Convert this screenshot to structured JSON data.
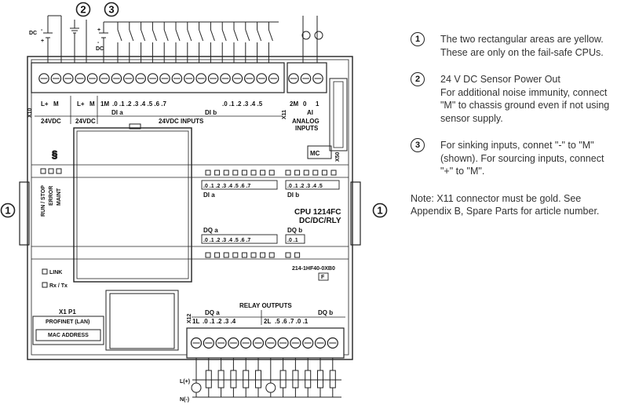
{
  "callouts": [
    "1",
    "2",
    "3"
  ],
  "left_terminals": {
    "dc_label": "DC",
    "minus": "-",
    "plus": "+"
  },
  "labels": {
    "x10": "X10",
    "l_plus": "L+",
    "m": "M",
    "vdc24_left": "24VDC",
    "vdc24_mid": "24VDC",
    "di_a": "DI a",
    "di_b": "DI b",
    "inputs_24vdc": "24VDC INPUTS",
    "x11": "X11",
    "analog_inputs_1": "ANALOG",
    "analog_inputs_2": "INPUTS",
    "ai": "AI",
    "two_m": "2M",
    "ai_0": "0",
    "ai_1": "1",
    "input_numbers_a": ".0  .1  .2  .3  .4  .5  .6  .7",
    "input_numbers_b": ".0  .1  .2  .3  .4  .5",
    "one_m": "1M",
    "mc": "MC",
    "x50": "X50",
    "run_stop": "RUN / STOP",
    "error": "ERROR",
    "maint": "MAINT",
    "dia_numbers": ".0 .1 .2 .3 .4 .5 .6 .7",
    "dia": "DI a",
    "dib_numbers": ".0 .1 .2 .3 .4 .5",
    "dib": "DI b",
    "cpu_1": "CPU 1214FC",
    "cpu_2": "DC/DC/RLY",
    "dqa": "DQ a",
    "dqa_numbers": ".0 .1 .2 .3 .4 .5 .6 .7",
    "dqb": "DQ b",
    "dqb_numbers": ".0 .1",
    "order_no": "214-1HF40-0XB0",
    "fbox": "F",
    "link": "LINK",
    "rxtx": "Rx / Tx",
    "x1p1": "X1 P1",
    "profinet": "PROFINET (LAN)",
    "mac": "MAC ADDRESS",
    "relay_outputs": "RELAY OUTPUTS",
    "x12": "X12",
    "one_l": "1L",
    "dq_a_relay": "DQ a",
    "dq_b_relay": "DQ b",
    "relay_a_nums": ".0  .1  .2  .3  .4",
    "two_l": "2L",
    "relay_b_nums": ".5  .6  .7  .0  .1",
    "l_plus_bottom": "L(+)",
    "n_minus_bottom": "N(-)"
  },
  "notes": [
    {
      "num": "1",
      "lines": [
        "The two rectangular areas are yellow.",
        "These are only on the fail-safe CPUs."
      ]
    },
    {
      "num": "2",
      "lines": [
        "24 V DC Sensor Power Out",
        "For additional noise immunity, connect",
        "\"M\" to chassis ground even if not using",
        "sensor supply."
      ]
    },
    {
      "num": "3",
      "lines": [
        "For sinking inputs, connet \"-\" to \"M\"",
        "(shown). For sourcing inputs, connect",
        "\"+\" to \"M\"."
      ]
    }
  ],
  "footnote": [
    "Note: X11 connector must be gold. See",
    "Appendix B, Spare Parts for article number."
  ],
  "colors": {
    "line": "#222222",
    "terminal_fill": "#ffffff",
    "bg": "#ffffff"
  }
}
